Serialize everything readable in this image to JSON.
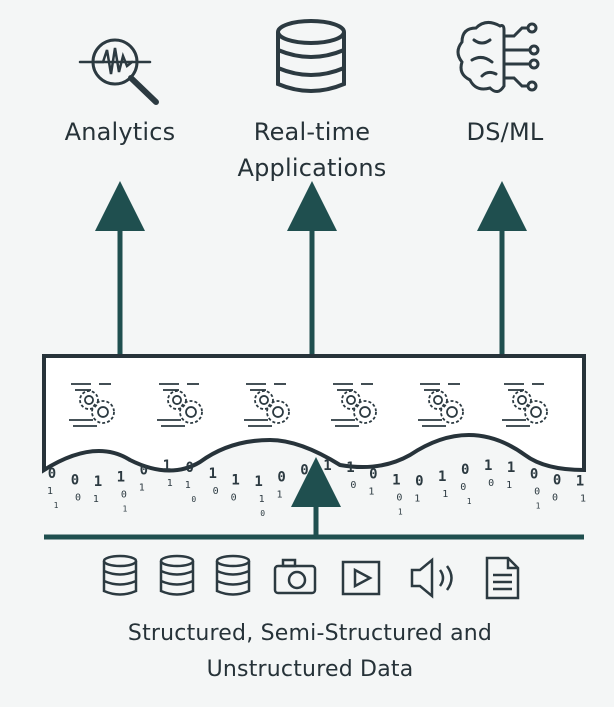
{
  "outputs": [
    {
      "label": "Analytics",
      "icon": "analytics-icon"
    },
    {
      "label_line1": "Real-time",
      "label_line2": "Applications",
      "icon": "database-icon"
    },
    {
      "label": "DS/ML",
      "icon": "brain-circuit-icon"
    }
  ],
  "processing": {
    "engine_icons": [
      "gears-icon",
      "gears-icon",
      "gears-icon",
      "gears-icon",
      "gears-icon",
      "gears-icon"
    ]
  },
  "sources": {
    "icons": [
      "database-icon",
      "database-icon",
      "database-icon",
      "camera-icon",
      "video-play-icon",
      "audio-speaker-icon",
      "document-icon"
    ],
    "caption_line1": "Structured, Semi-Structured and",
    "caption_line2": "Unstructured Data"
  },
  "binary_stream": "0 0 1 1 0 1 0 1 1 1 0 0 1 1 0 1 0 1 0 1 1 0 0 1",
  "colors": {
    "arrow": "#1f4f4f",
    "frame": "#27333a",
    "icon": "#2c3a41",
    "background": "#f4f6f6"
  }
}
